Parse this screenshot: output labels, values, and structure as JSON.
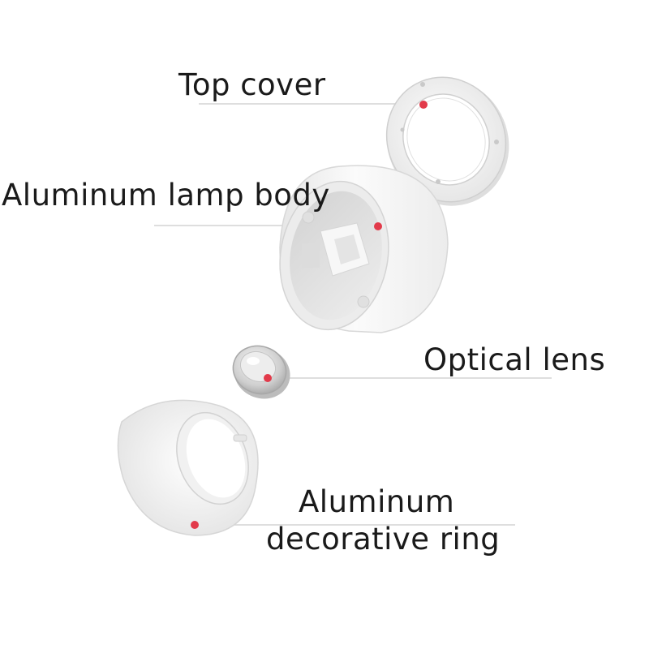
{
  "labels": {
    "top_cover": "Top cover",
    "lamp_body": "Aluminum lamp body",
    "optical_lens": "Optical lens",
    "deco_ring_line1": "Aluminum",
    "deco_ring_line2": "decorative ring"
  },
  "colors": {
    "marker": "#e23a4a",
    "leader_line": "#d4d4d4",
    "part_body": "#f4f4f4",
    "part_shadow": "#d9d9d9",
    "text": "#1a1a1a"
  },
  "parts": [
    {
      "id": "top-cover",
      "label_key": "top_cover"
    },
    {
      "id": "lamp-body",
      "label_key": "lamp_body"
    },
    {
      "id": "optical-lens",
      "label_key": "optical_lens"
    },
    {
      "id": "decorative-ring",
      "label_key": "deco_ring_line1"
    }
  ]
}
